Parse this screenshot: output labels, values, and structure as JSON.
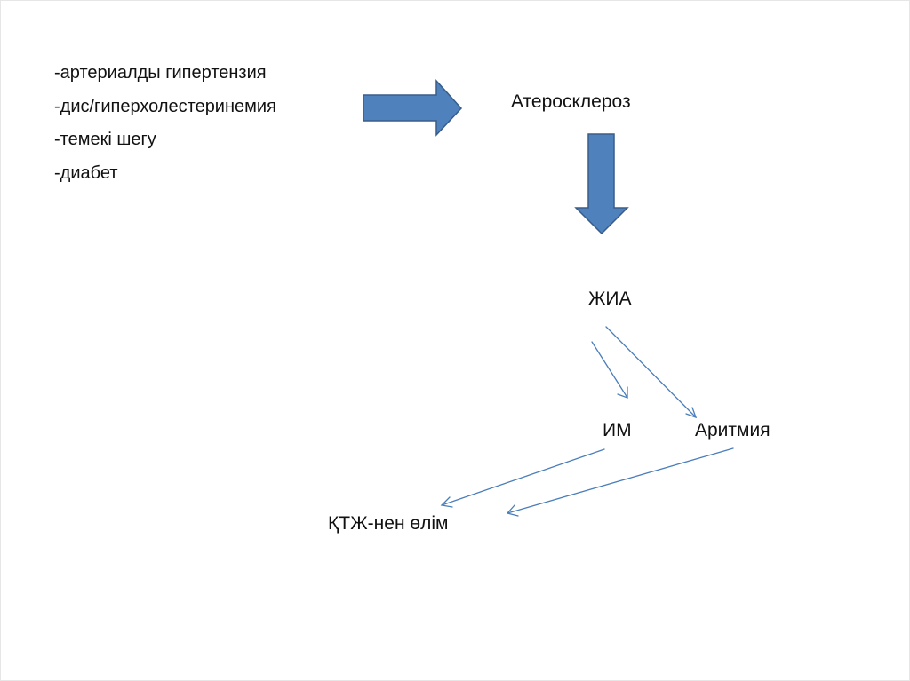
{
  "risk_factors": [
    "-артериалды гипертензия",
    "-дис/гиперхолестеринемия",
    "-темекі шегу",
    "-диабет"
  ],
  "nodes": {
    "atherosclerosis": "Атеросклероз",
    "ihd": "ЖИА",
    "mi": "ИМ",
    "arrhythmia": "Аритмия",
    "death": "ҚТЖ-нен өлім"
  },
  "colors": {
    "block_arrow_fill": "#4F81BD",
    "block_arrow_stroke": "#385D8A",
    "thin_arrow": "#4A7EBB",
    "text": "#111111"
  }
}
